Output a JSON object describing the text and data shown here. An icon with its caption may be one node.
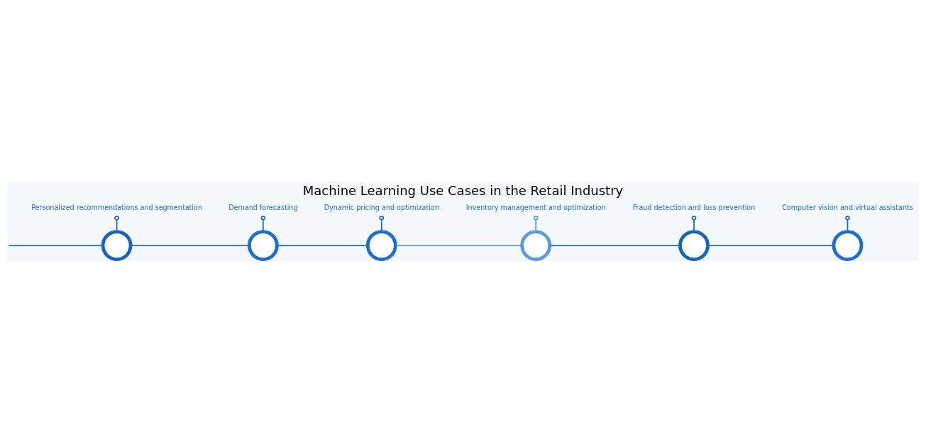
{
  "diagram": {
    "title": "Machine Learning Use Cases in the Retail Industry",
    "nodes": [
      {
        "text": [
          "Personalized recommendations and segmentation"
        ]
      },
      {
        "text": [
          "Demand forecasting"
        ]
      },
      {
        "text": [
          "Dynamic pricing and optimization"
        ]
      },
      {
        "text": [
          "Inventory management and optimization"
        ]
      },
      {
        "text": [
          "Fraud detection and loss prevention"
        ]
      },
      {
        "text": [
          "Computer vision and virtual assistants"
        ]
      },
      {
        "text": [],
        "shape": "circle"
      },
      {
        "text": [],
        "shape": "circle"
      },
      {
        "text": [],
        "shape": "circle"
      },
      {
        "text": [],
        "shape": "circle"
      },
      {
        "text": [],
        "shape": "circle"
      },
      {
        "text": [],
        "shape": "circle"
      }
    ],
    "edges": [
      {
        "from": 0,
        "to": 6,
        "arrow": "other"
      },
      {
        "from": 1,
        "to": 7,
        "arrow": "other"
      },
      {
        "from": 2,
        "to": 8,
        "arrow": "other"
      },
      {
        "from": 3,
        "to": 9,
        "arrow": "other",
        "color": "#5b9be0"
      },
      {
        "from": 4,
        "to": 10,
        "arrow": "other"
      },
      {
        "from": 5,
        "to": 11,
        "arrow": "other"
      },
      {
        "from": null,
        "to": 6,
        "arrow": "none"
      },
      {
        "from": 6,
        "to": 7,
        "arrow": "none"
      },
      {
        "from": 7,
        "to": 8,
        "arrow": "none"
      },
      {
        "from": 8,
        "to": 9,
        "arrow": "none",
        "color": "#5b9be0"
      },
      {
        "from": 9,
        "to": 10,
        "arrow": "none"
      },
      {
        "from": 10,
        "to": 11,
        "arrow": "none"
      }
    ]
  }
}
